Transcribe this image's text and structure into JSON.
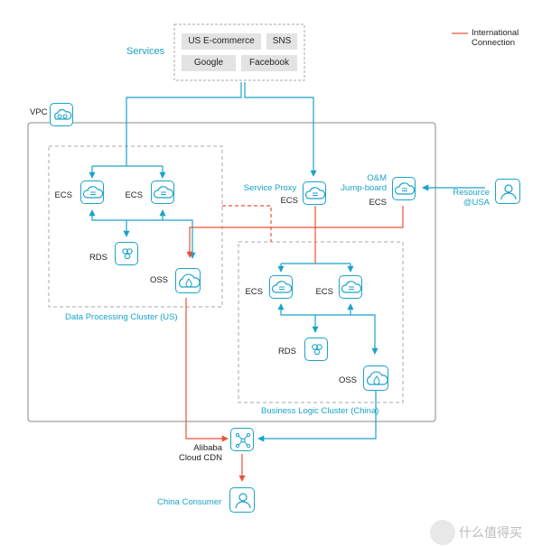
{
  "legend": {
    "label": "International\nConnection",
    "color": "#e8533a"
  },
  "colors": {
    "connection": "#1aa3c8",
    "international": "#e8533a",
    "border": "#999999"
  },
  "services": {
    "title": "Services",
    "items": [
      "US E-commerce",
      "SNS",
      "Google",
      "Facebook"
    ]
  },
  "vpc": {
    "label": "VPC"
  },
  "clusters": {
    "us": "Data Processing Cluster (US)",
    "china": "Business Logic Cluster (China)"
  },
  "nodes": {
    "us_ecs1": "ECS",
    "us_ecs2": "ECS",
    "us_rds": "RDS",
    "us_oss": "OSS",
    "proxy_title": "Service Proxy",
    "proxy_ecs": "ECS",
    "om_title": "O&M\nJump-board",
    "om_ecs": "ECS",
    "resource": "Resource\n@USA",
    "cn_ecs1": "ECS",
    "cn_ecs2": "ECS",
    "cn_rds": "RDS",
    "cn_oss": "OSS",
    "cdn": "Alibaba\nCloud CDN",
    "consumer": "China Consumer"
  },
  "watermark": "什么值得买",
  "icons": {
    "ecs": "cloud-server-icon",
    "rds": "database-icon",
    "oss": "storage-cloud-icon",
    "cdn": "cdn-network-icon",
    "person": "person-icon",
    "vpc": "vpc-cloud-icon"
  }
}
